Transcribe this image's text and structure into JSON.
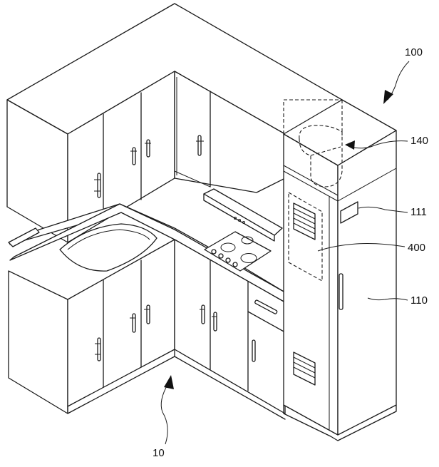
{
  "labels": {
    "system": "100",
    "kitchen": "10",
    "duct": "140",
    "panel": "111",
    "unit": "400",
    "cabinet": "110"
  }
}
